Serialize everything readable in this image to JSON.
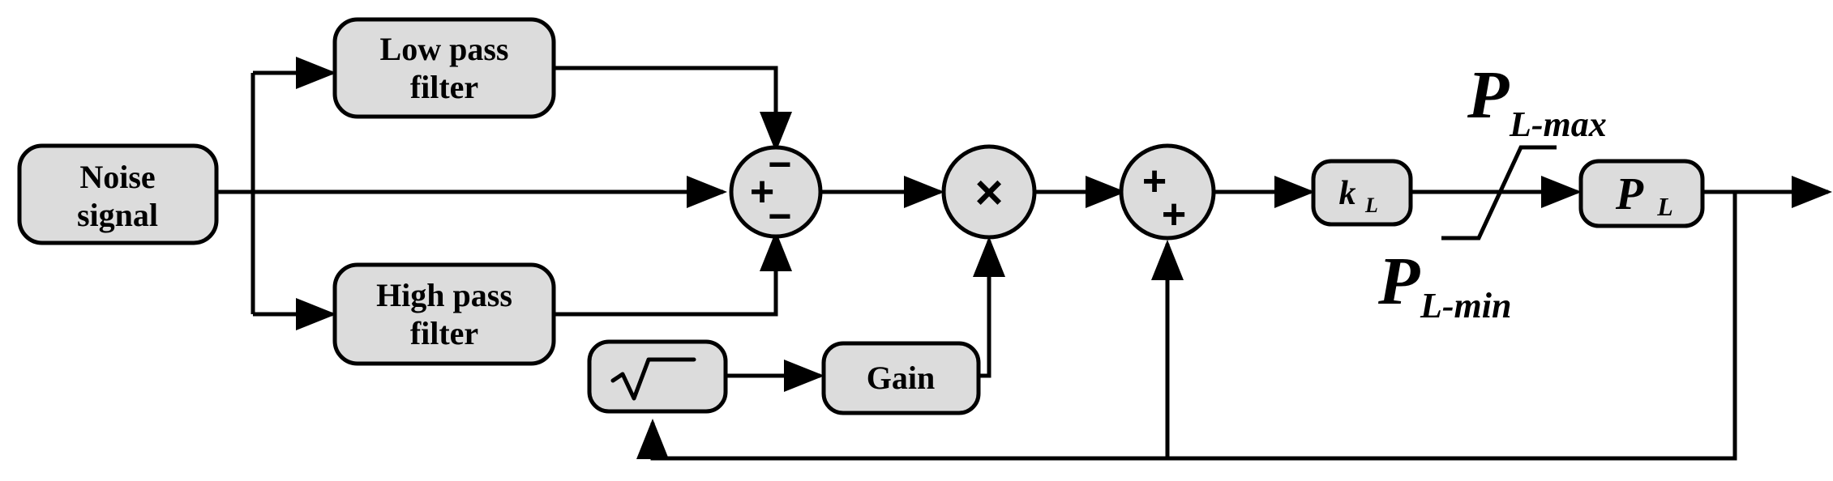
{
  "blocks": {
    "noise_signal": {
      "line1": "Noise",
      "line2": "signal"
    },
    "low_pass_filter": {
      "line1": "Low pass",
      "line2": "filter"
    },
    "high_pass_filter": {
      "line1": "High pass",
      "line2": "filter"
    },
    "gain": {
      "label": "Gain"
    },
    "sqrt": {
      "symbol": "√"
    },
    "kL": {
      "base": "k",
      "sub": "L"
    },
    "PL": {
      "base": "P",
      "sub": "L"
    }
  },
  "junctions": {
    "sum1": {
      "top_sign": "−",
      "left_sign": "+",
      "bottom_sign": "−"
    },
    "multiplier": {
      "symbol": "×"
    },
    "sum2": {
      "left_sign": "+",
      "bottom_sign": "+"
    }
  },
  "limits": {
    "max": {
      "base": "P",
      "sub": "L-max"
    },
    "min": {
      "base": "P",
      "sub": "L-min"
    }
  }
}
